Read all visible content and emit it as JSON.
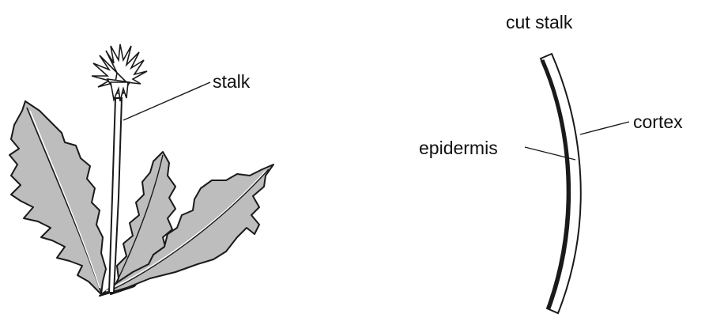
{
  "plant_diagram": {
    "stalk_label": "stalk"
  },
  "section_diagram": {
    "title": "cut stalk",
    "cortex_label": "cortex",
    "epidermis_label": "epidermis"
  },
  "colors": {
    "leaf_fill": "#bdbdbd",
    "outline": "#1a1a1a",
    "background": "#ffffff"
  }
}
